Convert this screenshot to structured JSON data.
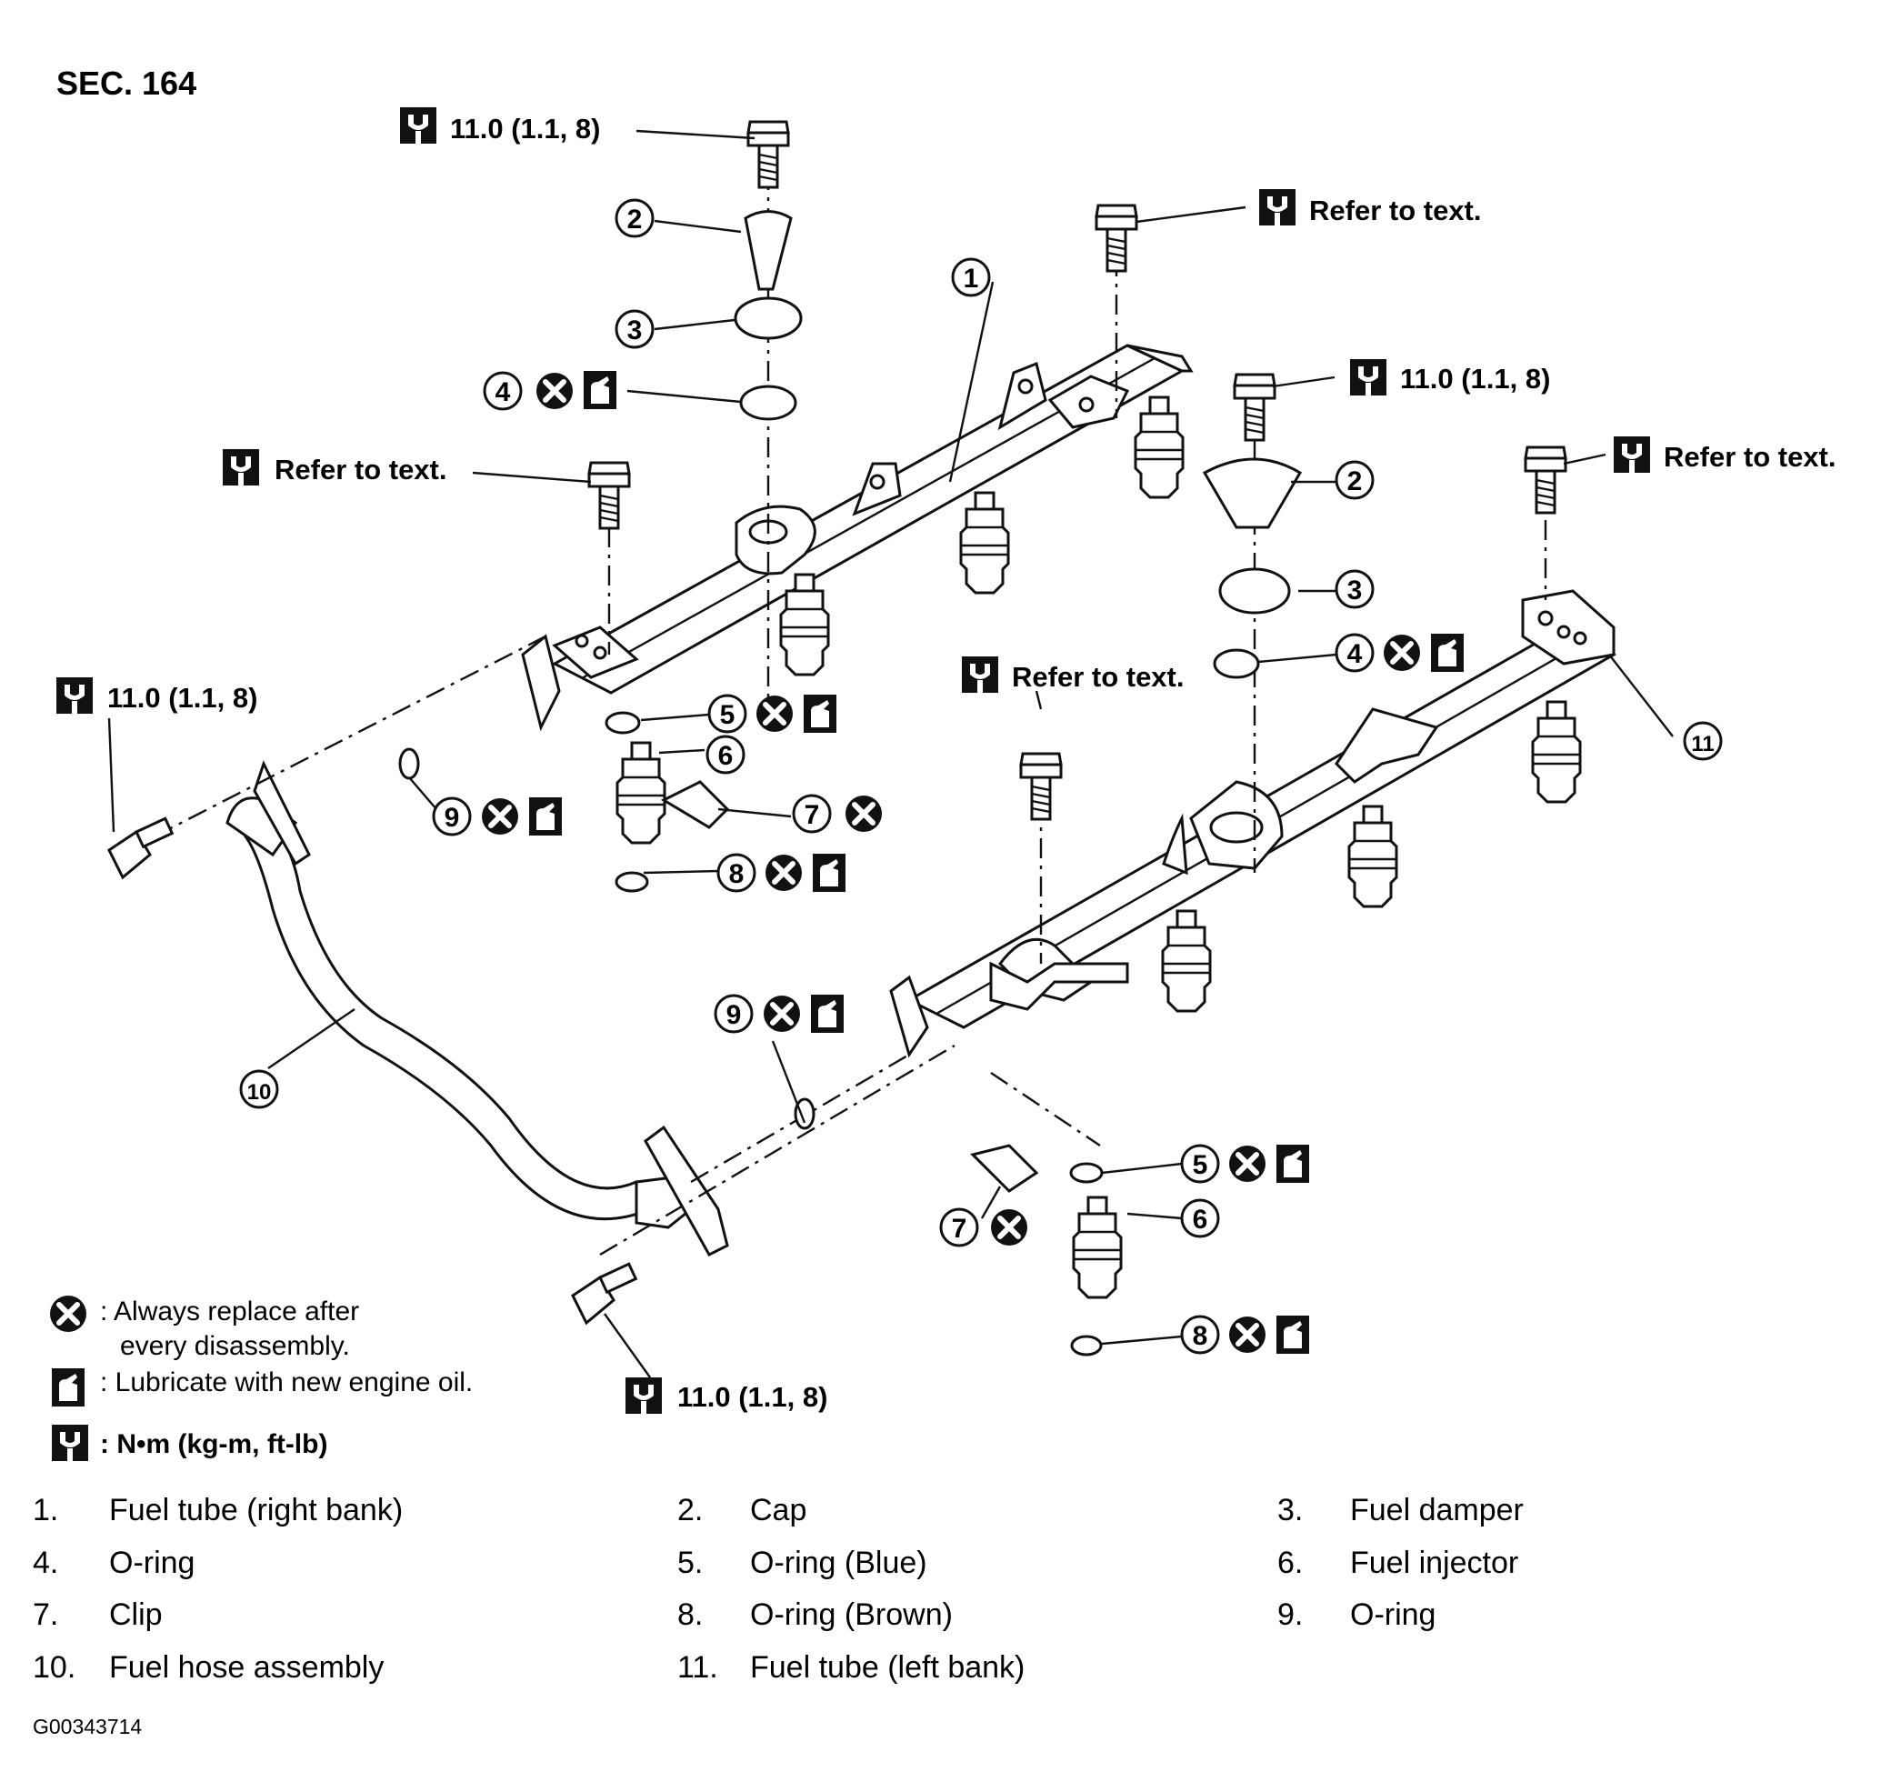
{
  "section": "SEC. 164",
  "torque_labels": {
    "t_top": "11.0 (1.1, 8)",
    "refer_top_right": "Refer to text.",
    "t_mid_right": "11.0 (1.1, 8)",
    "refer_left": "Refer to text.",
    "refer_far_right": "Refer to text.",
    "t_left": "11.0 (1.1, 8)",
    "refer_center": "Refer to text.",
    "t_bottom": "11.0 (1.1, 8)"
  },
  "callouts": {
    "c1": "1",
    "c2a": "2",
    "c2b": "2",
    "c3a": "3",
    "c3b": "3",
    "c4a": "4",
    "c4b": "4",
    "c5a": "5",
    "c5b": "5",
    "c6a": "6",
    "c6b": "6",
    "c7a": "7",
    "c7b": "7",
    "c8a": "8",
    "c8b": "8",
    "c9a": "9",
    "c9b": "9",
    "c10": "10",
    "c11": "11"
  },
  "legend": {
    "replace_line1": ": Always replace after",
    "replace_line2": "every disassembly.",
    "lubricate": ": Lubricate with new engine oil.",
    "torque_unit": ": N•m (kg-m, ft-lb)"
  },
  "parts": [
    {
      "num": "1.",
      "name": "Fuel tube (right bank)"
    },
    {
      "num": "2.",
      "name": "Cap"
    },
    {
      "num": "3.",
      "name": "Fuel damper"
    },
    {
      "num": "4.",
      "name": "O-ring"
    },
    {
      "num": "5.",
      "name": "O-ring (Blue)"
    },
    {
      "num": "6.",
      "name": "Fuel injector"
    },
    {
      "num": "7.",
      "name": "Clip"
    },
    {
      "num": "8.",
      "name": "O-ring (Brown)"
    },
    {
      "num": "9.",
      "name": "O-ring"
    },
    {
      "num": "10.",
      "name": "Fuel hose assembly"
    },
    {
      "num": "11.",
      "name": "Fuel tube (left bank)"
    }
  ],
  "figure_code": "G00343714"
}
